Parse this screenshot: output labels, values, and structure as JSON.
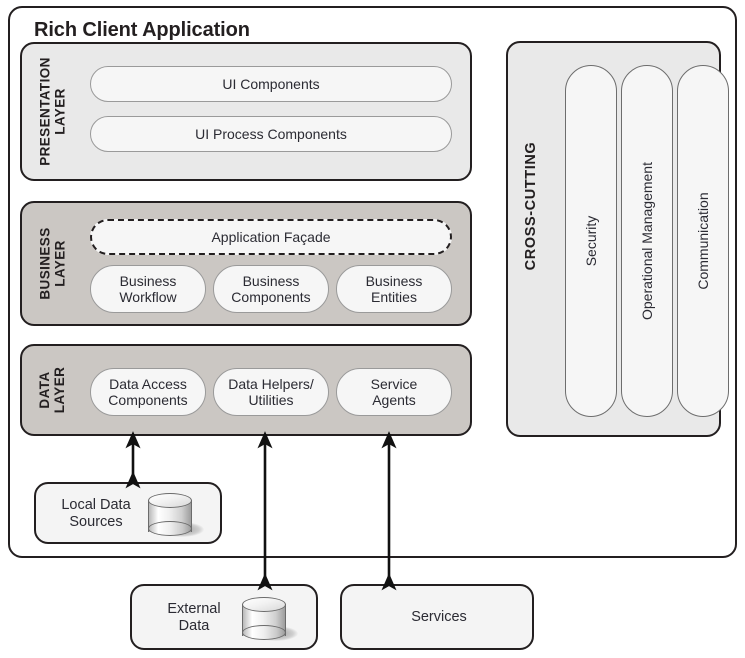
{
  "diagram": {
    "title": "Rich Client Application"
  },
  "layers": [
    {
      "id": "presentation",
      "caption": "PRESENTATION\nLAYER",
      "components": [
        {
          "id": "ui-components",
          "label": "UI Components"
        },
        {
          "id": "ui-process-components",
          "label": "UI Process Components"
        }
      ]
    },
    {
      "id": "business",
      "caption": "BUSINESS\nLAYER",
      "facade": {
        "id": "application-facade",
        "label": "Application Façade",
        "style": "dashed"
      },
      "components": [
        {
          "id": "business-workflow",
          "label": "Business\nWorkflow"
        },
        {
          "id": "business-components",
          "label": "Business\nComponents"
        },
        {
          "id": "business-entities",
          "label": "Business\nEntities"
        }
      ]
    },
    {
      "id": "data",
      "caption": "DATA\nLAYER",
      "components": [
        {
          "id": "data-access-components",
          "label": "Data Access\nComponents"
        },
        {
          "id": "data-helpers-utilities",
          "label": "Data Helpers/\nUtilities"
        },
        {
          "id": "service-agents",
          "label": "Service\nAgents"
        }
      ]
    }
  ],
  "crosscutting": {
    "caption": "CROSS-CUTTING",
    "pillars": [
      {
        "id": "security",
        "label": "Security"
      },
      {
        "id": "operational-management",
        "label": "Operational Management"
      },
      {
        "id": "communication",
        "label": "Communication"
      }
    ]
  },
  "stores": [
    {
      "id": "local-data-sources",
      "label": "Local Data\nSources",
      "has_database_icon": true
    },
    {
      "id": "external-data",
      "label": "External\nData",
      "has_database_icon": true
    },
    {
      "id": "services",
      "label": "Services",
      "has_database_icon": false
    }
  ],
  "connectors": [
    {
      "id": "data-access-to-local-data",
      "from": "data-access-components",
      "to": "local-data-sources",
      "style": "double-arrow"
    },
    {
      "id": "data-helpers-to-external-data",
      "from": "data-helpers-utilities",
      "to": "external-data",
      "style": "double-arrow"
    },
    {
      "id": "service-agents-to-services",
      "from": "service-agents",
      "to": "services",
      "style": "double-arrow"
    }
  ],
  "colors": {
    "outline": "#231f20",
    "presentation_fill": "#e9e9e9",
    "business_fill": "#cbc7c3",
    "data_fill": "#cbc7c3",
    "crosscutting_fill": "#e9e9e9",
    "component_fill": "#f6f6f6",
    "text": "#2b2b33"
  }
}
